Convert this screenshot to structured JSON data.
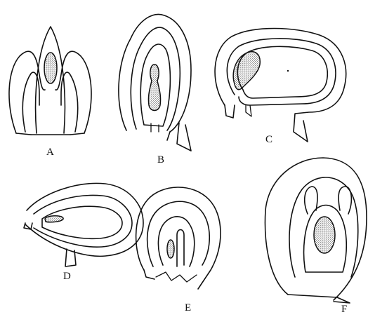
{
  "labels": {
    "A": "A",
    "B": "B",
    "C": "C",
    "D": "D",
    "E": "E",
    "F": "F"
  },
  "colors": {
    "stroke": "#111111",
    "stipple": "#111111",
    "background": "#ffffff"
  }
}
